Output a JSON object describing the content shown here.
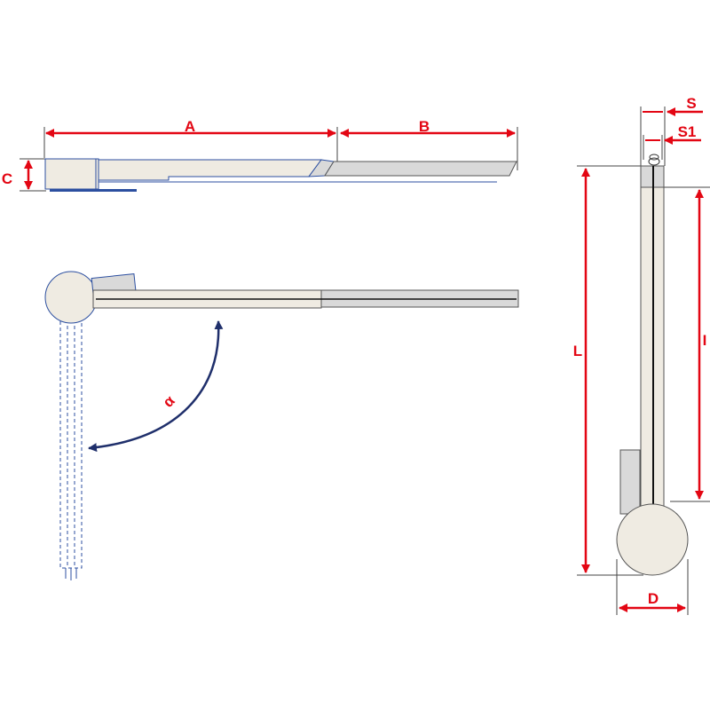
{
  "colors": {
    "dimension": "#e30613",
    "outline": "#2c4fa0",
    "beam": "#efebe2",
    "extension": "#d9d9d9",
    "rotation_arrow": "#1f2f6b"
  },
  "labels": {
    "A": "A",
    "B": "B",
    "C": "C",
    "alpha": "α",
    "S": "S",
    "S1": "S1",
    "L": "L",
    "I": "I",
    "D": "D"
  }
}
